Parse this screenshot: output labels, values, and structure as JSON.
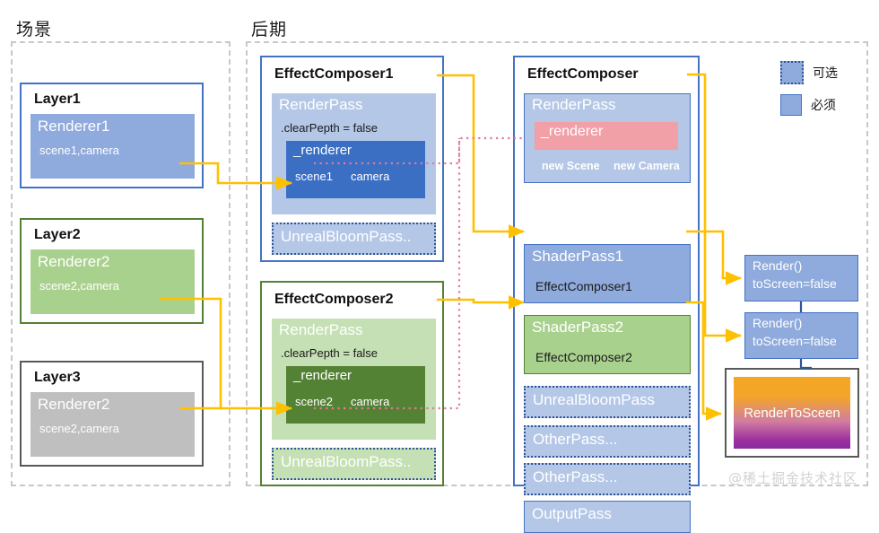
{
  "groups": {
    "scene": {
      "title": "场景"
    },
    "post": {
      "title": "后期"
    }
  },
  "legend": {
    "optional": {
      "label": "可选",
      "color": "#8faadc",
      "style": "dotted"
    },
    "required": {
      "label": "必须",
      "color": "#8faadc",
      "style": "solid"
    }
  },
  "layers": [
    {
      "title": "Layer1",
      "renderer": "Renderer1",
      "args": "scene1,camera",
      "border": "#4472c4",
      "fill": "#8faadc"
    },
    {
      "title": "Layer2",
      "renderer": "Renderer2",
      "args": "scene2,camera",
      "border": "#538135",
      "fill": "#a9d18e"
    },
    {
      "title": "Layer3",
      "renderer": "Renderer2",
      "args": "scene2,camera",
      "border": "#595959",
      "fill": "#bfbfbf"
    }
  ],
  "composer1": {
    "title": "EffectComposer1",
    "render_pass": {
      "name": "RenderPass",
      "prop": ".clearPepth = false",
      "renderer_label": "_renderer",
      "scene": "scene1",
      "camera": "camera"
    },
    "bloom_pass": "UnrealBloomPass.."
  },
  "composer2": {
    "title": "EffectComposer2",
    "render_pass": {
      "name": "RenderPass",
      "prop": ".clearPepth = false",
      "renderer_label": "_renderer",
      "scene": "scene2",
      "camera": "camera"
    },
    "bloom_pass": "UnrealBloomPass.."
  },
  "main_composer": {
    "title": "EffectComposer",
    "render_pass": {
      "name": "RenderPass",
      "renderer_label": "_renderer",
      "new_scene": "new Scene",
      "new_camera": "new Camera"
    },
    "passes": [
      {
        "name": "ShaderPass1",
        "value": "EffectComposer1",
        "kind": "blue",
        "optional": false
      },
      {
        "name": "ShaderPass2",
        "value": "EffectComposer2",
        "kind": "green",
        "optional": false
      },
      {
        "name": "UnrealBloomPass",
        "value": "",
        "kind": "blue",
        "optional": true
      },
      {
        "name": "OtherPass...",
        "value": "",
        "kind": "blue",
        "optional": true
      },
      {
        "name": "OtherPass...",
        "value": "",
        "kind": "blue",
        "optional": true
      },
      {
        "name": "OutputPass",
        "value": "",
        "kind": "blue",
        "optional": false
      }
    ]
  },
  "render_calls": [
    {
      "line1": "Render()",
      "line2": "toScreen=false"
    },
    {
      "line1": "Render()",
      "line2": "toScreen=false"
    }
  ],
  "render_to_screen": {
    "label": "RenderToSceen"
  },
  "watermark": {
    "text": "@稀土掘金技术社区"
  },
  "colors": {
    "arrow_yellow": "#ffc000",
    "link_red": "#e07a97",
    "link_blue": "#2f5597",
    "dash_grey": "#c8c8c8"
  }
}
